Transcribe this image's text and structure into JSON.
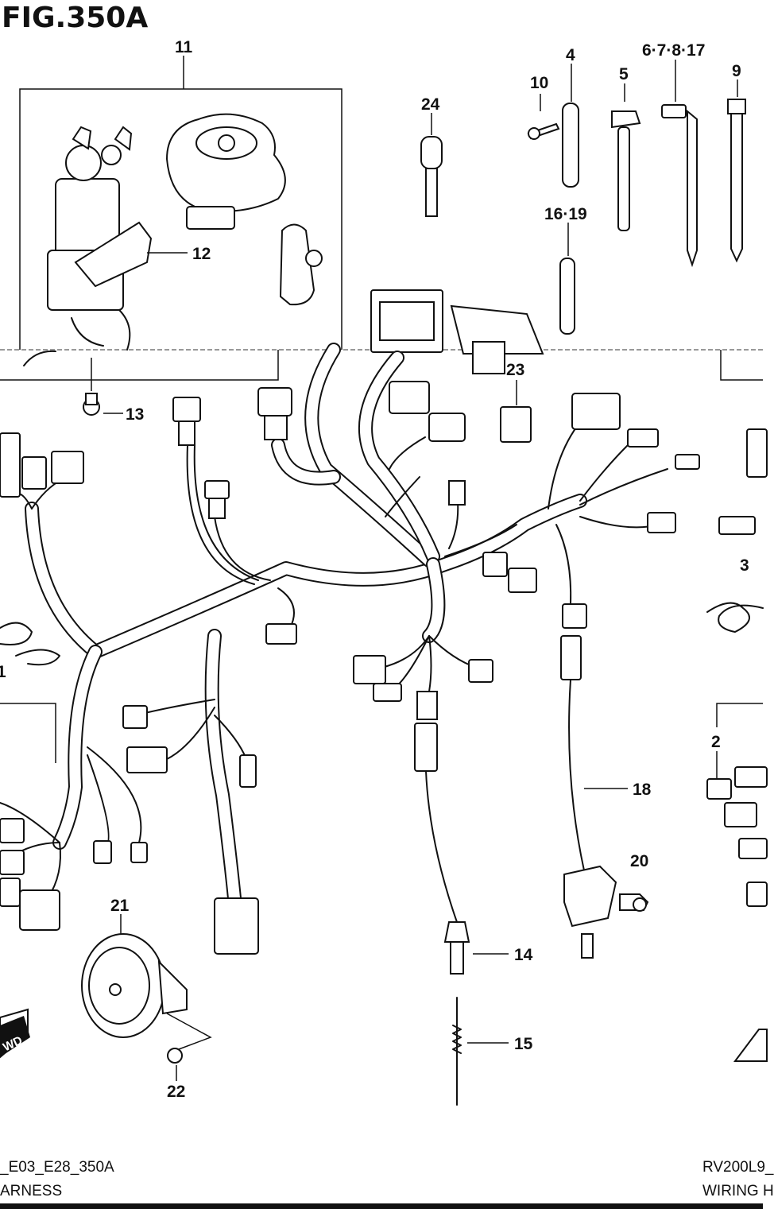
{
  "figure": {
    "title": "FIG.350A"
  },
  "callouts": [
    {
      "id": "11",
      "text": "11"
    },
    {
      "id": "4",
      "text": "4"
    },
    {
      "id": "10",
      "text": "10"
    },
    {
      "id": "5",
      "text": "5"
    },
    {
      "id": "6-7-8-17",
      "text": "6·7·8·17"
    },
    {
      "id": "9",
      "text": "9"
    },
    {
      "id": "24",
      "text": "24"
    },
    {
      "id": "16-19",
      "text": "16·19"
    },
    {
      "id": "12",
      "text": "12"
    },
    {
      "id": "13",
      "text": "13"
    },
    {
      "id": "23",
      "text": "23"
    },
    {
      "id": "3",
      "text": "3"
    },
    {
      "id": "1",
      "text": "1"
    },
    {
      "id": "2",
      "text": "2"
    },
    {
      "id": "18",
      "text": "18"
    },
    {
      "id": "20",
      "text": "20"
    },
    {
      "id": "21",
      "text": "21"
    },
    {
      "id": "14",
      "text": "14"
    },
    {
      "id": "15",
      "text": "15"
    },
    {
      "id": "22",
      "text": "22"
    }
  ],
  "footer": {
    "left_code": "_E03_E28_350A",
    "left_name": "ARNESS",
    "right_code": "RV200L9_",
    "right_name": "WIRING H"
  },
  "badges": {
    "fwd": "WD"
  }
}
